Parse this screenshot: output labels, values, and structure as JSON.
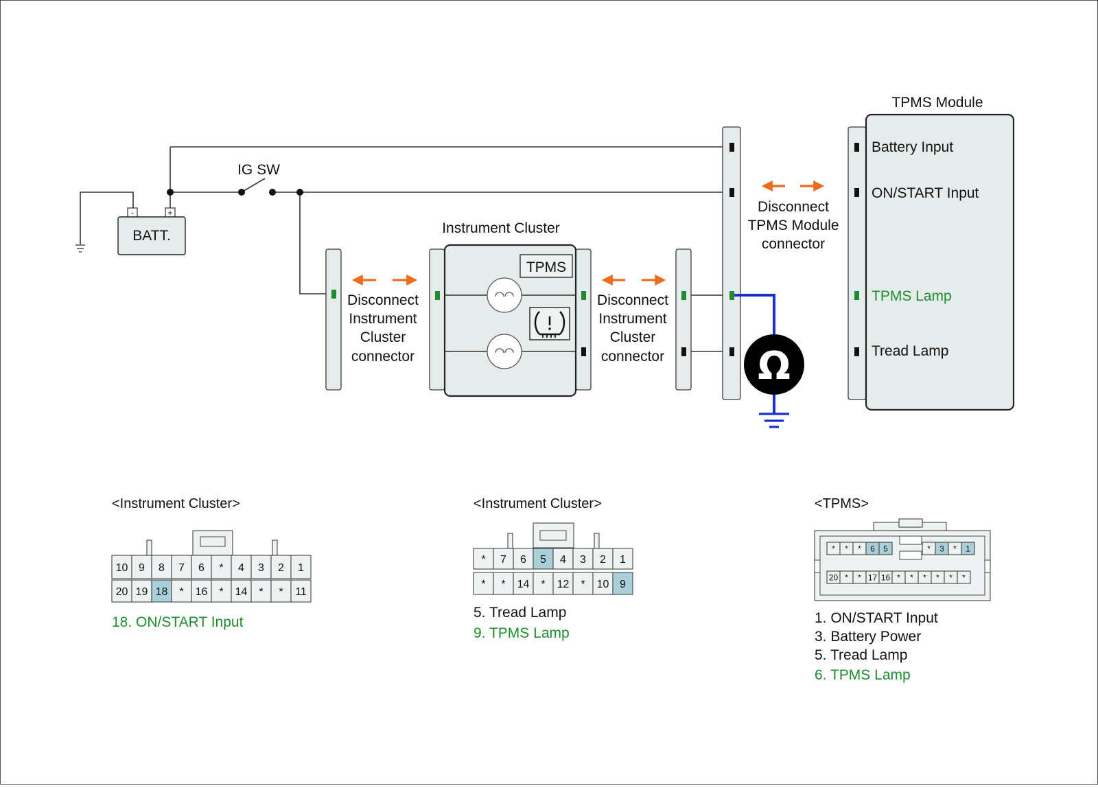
{
  "colors": {
    "highlight_text": "#1e8c2e",
    "measure_wire": "#1a2fd0",
    "disconnect_arrow": "#ee6a1c",
    "pin_highlight": "#a9cfd8",
    "component_fill": "#e6ecec"
  },
  "icons": {
    "meter": "ohmmeter-symbol",
    "tpms_warning": "tpms-warning-symbol",
    "ground": "ground-symbol"
  },
  "circuit": {
    "battery_label": "BATT.",
    "battery_minus": "-",
    "battery_plus": "+",
    "ignition_switch_label": "IG SW",
    "instrument_cluster_title": "Instrument Cluster",
    "cluster_tpms_badge": "TPMS",
    "disconnect_left": [
      "Disconnect",
      "Instrument",
      "Cluster",
      "connector"
    ],
    "disconnect_middle": [
      "Disconnect",
      "Instrument",
      "Cluster",
      "connector"
    ],
    "disconnect_right": [
      "Disconnect",
      "TPMS Module",
      "connector"
    ],
    "meter_symbol": "Ω",
    "tpms_module": {
      "title": "TPMS Module",
      "pins": [
        "Battery Input",
        "ON/START Input",
        "TPMS Lamp",
        "Tread Lamp"
      ]
    }
  },
  "connectors": {
    "cluster_a": {
      "title": "<Instrument Cluster>",
      "row1": [
        "10",
        "9",
        "8",
        "7",
        "6",
        "*",
        "4",
        "3",
        "2",
        "1"
      ],
      "row2": [
        "20",
        "19",
        "18",
        "*",
        "16",
        "*",
        "14",
        "*",
        "*",
        "11"
      ],
      "legend": [
        "18. ON/START Input"
      ]
    },
    "cluster_b": {
      "title": "<Instrument Cluster>",
      "row1": [
        "*",
        "7",
        "6",
        "5",
        "4",
        "3",
        "2",
        "1"
      ],
      "row2": [
        "*",
        "*",
        "14",
        "*",
        "12",
        "*",
        "10",
        "9"
      ],
      "legend": [
        "5. Tread Lamp",
        "9. TPMS Lamp"
      ]
    },
    "tpms": {
      "title": "<TPMS>",
      "row1_left": [
        "*",
        "*",
        "*",
        "6",
        "5"
      ],
      "row1_right": [
        "*",
        "3",
        "*",
        "1"
      ],
      "row2": [
        "20",
        "*",
        "*",
        "17",
        "16",
        "*",
        "*",
        "*",
        "*",
        "*",
        "*"
      ],
      "legend": [
        "1. ON/START Input",
        "3. Battery Power",
        "5. Tread Lamp",
        "6. TPMS Lamp"
      ]
    }
  }
}
